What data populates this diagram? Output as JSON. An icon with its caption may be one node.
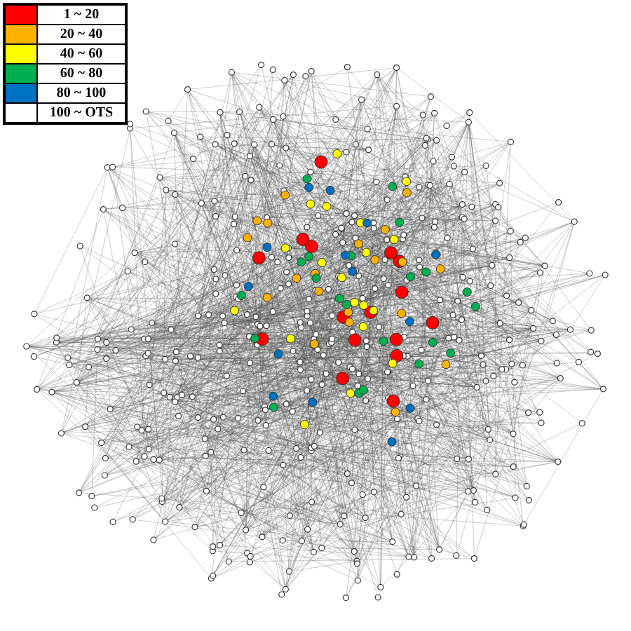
{
  "diagram": {
    "legend": [
      {
        "text": "1 ~ 20",
        "color": "#ff0000"
      },
      {
        "text": "20 ~ 40",
        "color": "#ffb300"
      },
      {
        "text": "40 ~ 60",
        "color": "#ffff00"
      },
      {
        "text": "60 ~ 80",
        "color": "#00b050"
      },
      {
        "text": "80 ~ 100",
        "color": "#0070c0"
      },
      {
        "text": "100 ~ OTS",
        "color": "#ffffff"
      }
    ]
  }
}
